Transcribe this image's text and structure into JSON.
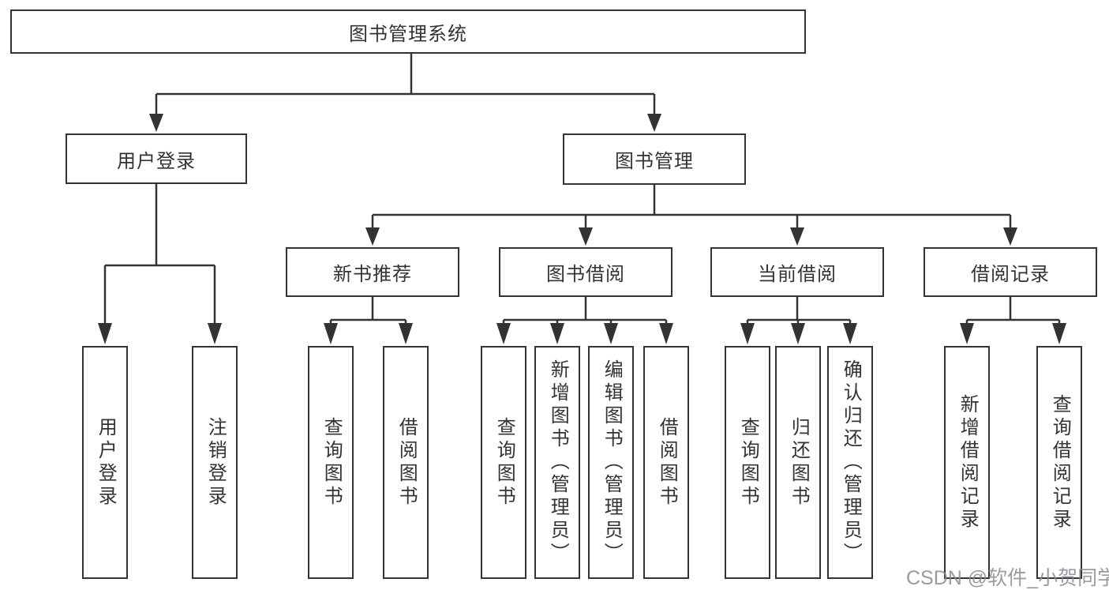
{
  "nodes": {
    "root": "图书管理系统",
    "user_login_branch": "用户登录",
    "book_management": "图书管理",
    "new_book_recommend": "新书推荐",
    "book_borrow": "图书借阅",
    "current_borrow": "当前借阅",
    "borrow_records": "借阅记录",
    "leaf_user_login": "用户登录",
    "leaf_logout": "注销登录",
    "leaf_nbr_query_book": "查询图书",
    "leaf_nbr_borrow_book": "借阅图书",
    "leaf_bb_query_book": "查询图书",
    "leaf_bb_add_book": "新增图书（管理员）",
    "leaf_bb_edit_book": "编辑图书（管理员）",
    "leaf_bb_borrow_book": "借阅图书",
    "leaf_cb_query_book": "查询图书",
    "leaf_cb_return_book": "归还图书",
    "leaf_cb_confirm_return": "确认归还（管理员）",
    "leaf_br_add_record": "新增借阅记录",
    "leaf_br_query_record": "查询借阅记录"
  },
  "watermark": "CSDN @软件_小贺同学",
  "colors": {
    "line": "#333333",
    "box_fill": "#ffffff",
    "text": "#333333",
    "watermark": "#8a8a92"
  }
}
